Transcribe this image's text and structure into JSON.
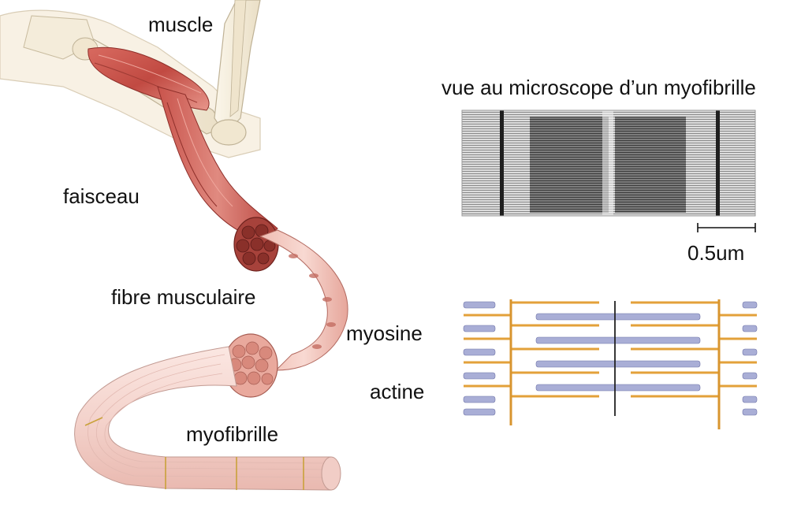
{
  "labels": {
    "muscle": "muscle",
    "fascicle": "faisceau",
    "fiber": "fibre musculaire",
    "myofibril": "myofibrille",
    "micrograph_title": "vue au microscope d’un myofibrille",
    "scale": "0.5um",
    "myosin": "myosine",
    "actin": "actine"
  },
  "colors": {
    "muscle_red": "#c8504a",
    "muscle_light": "#e8a49a",
    "bone": "#f3ead8",
    "fiber_pink": "#f2c4bc",
    "myofibril_pink": "#f6dcd6",
    "actin_orange": "#e3a13a",
    "myosin_lavender": "#a9aed6",
    "micrograph_gray": "#6f6f6f"
  }
}
